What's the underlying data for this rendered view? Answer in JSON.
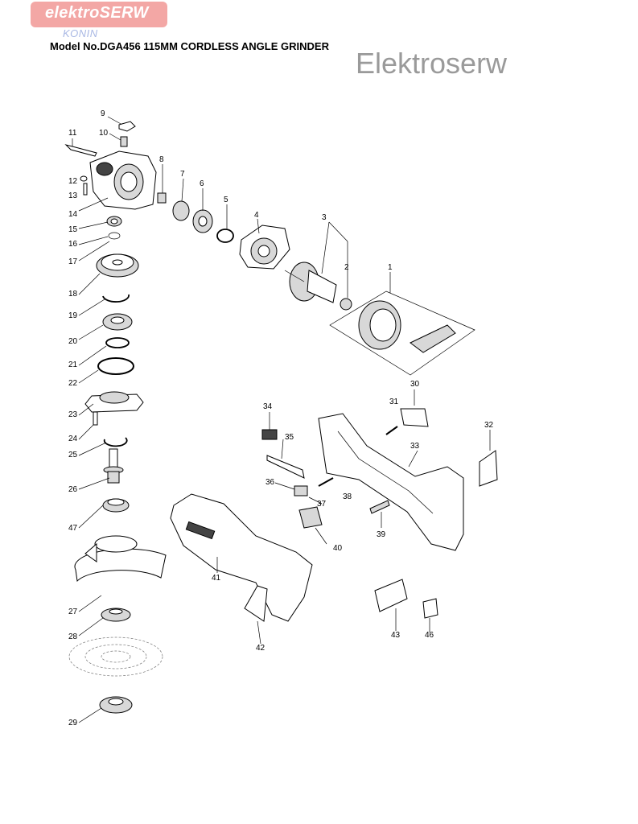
{
  "header": {
    "logo_text": "elektroSERW",
    "logo_subtext": "KONIN",
    "title": "Model No.DGA456 115MM CORDLESS ANGLE GRINDER",
    "watermark": "Elektroserw"
  },
  "part_numbers": [
    "1",
    "2",
    "3",
    "4",
    "5",
    "6",
    "7",
    "8",
    "9",
    "10",
    "11",
    "12",
    "13",
    "14",
    "15",
    "16",
    "17",
    "18",
    "19",
    "20",
    "21",
    "22",
    "23",
    "24",
    "25",
    "26",
    "27",
    "28",
    "29",
    "30",
    "31",
    "32",
    "33",
    "34",
    "35",
    "36",
    "37",
    "38",
    "39",
    "40",
    "41",
    "42",
    "43",
    "46",
    "47"
  ],
  "colors": {
    "logo_bg": "#f3a7a5",
    "logo_sub": "#a9b8e4",
    "watermark": "#9a9a9a"
  }
}
